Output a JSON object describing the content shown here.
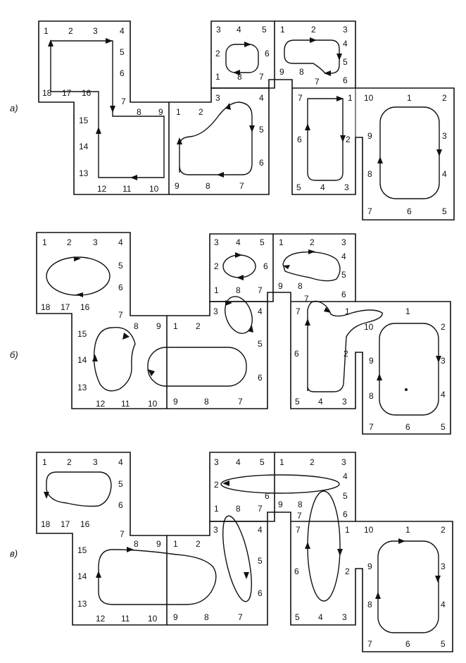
{
  "panels": [
    {
      "label": "а)"
    },
    {
      "label": "б)"
    },
    {
      "label": "в)"
    }
  ],
  "regions": {
    "left_block": [
      "1",
      "2",
      "3",
      "4",
      "5",
      "6",
      "7",
      "8",
      "9",
      "10",
      "11",
      "12",
      "13",
      "14",
      "15",
      "16",
      "17",
      "18"
    ],
    "mid_lower": [
      "1",
      "2",
      "3",
      "4",
      "5",
      "6",
      "7",
      "8",
      "9"
    ],
    "top_left_sq": [
      "1",
      "2",
      "3",
      "4",
      "5",
      "6",
      "7",
      "8"
    ],
    "top_right_sq": [
      "1",
      "2",
      "3",
      "4",
      "5",
      "6",
      "7",
      "8",
      "9"
    ],
    "narrow": [
      "1",
      "2",
      "3",
      "4",
      "5",
      "6",
      "7"
    ],
    "right_block": [
      "1",
      "2",
      "3",
      "4",
      "5",
      "6",
      "7",
      "8",
      "9",
      "10"
    ]
  },
  "extra": {
    "nine": "9",
    "seven": "7",
    "one": "1",
    "six": "6"
  }
}
